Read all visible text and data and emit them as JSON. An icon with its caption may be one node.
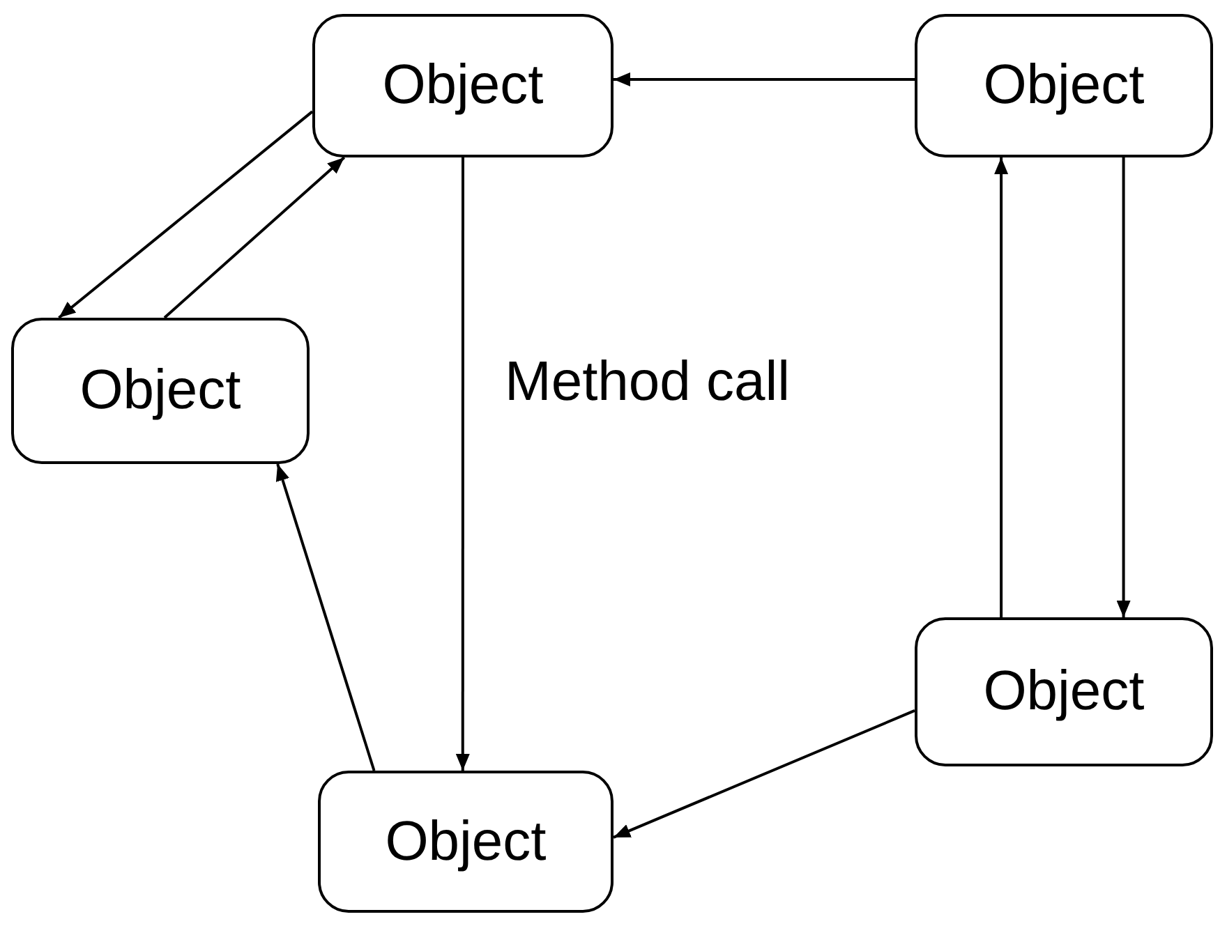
{
  "diagram": {
    "nodes": [
      {
        "text": [
          "Object"
        ]
      },
      {
        "text": [
          "Object"
        ]
      },
      {
        "text": [
          "Object"
        ]
      },
      {
        "text": [
          "Object"
        ]
      },
      {
        "text": [
          "Object"
        ]
      }
    ],
    "edges": [
      {
        "from": 1,
        "to": 0,
        "arrow": "to"
      },
      {
        "from": 0,
        "to": 2,
        "arrow": "to"
      },
      {
        "from": 2,
        "to": 0,
        "arrow": "to"
      },
      {
        "from": 0,
        "to": 4,
        "arrow": "to",
        "label": "Method call"
      },
      {
        "from": 3,
        "to": 1,
        "arrow": "to"
      },
      {
        "from": 1,
        "to": 3,
        "arrow": "to"
      },
      {
        "from": 3,
        "to": 4,
        "arrow": "to"
      },
      {
        "from": 4,
        "to": 2,
        "arrow": "to"
      }
    ]
  }
}
